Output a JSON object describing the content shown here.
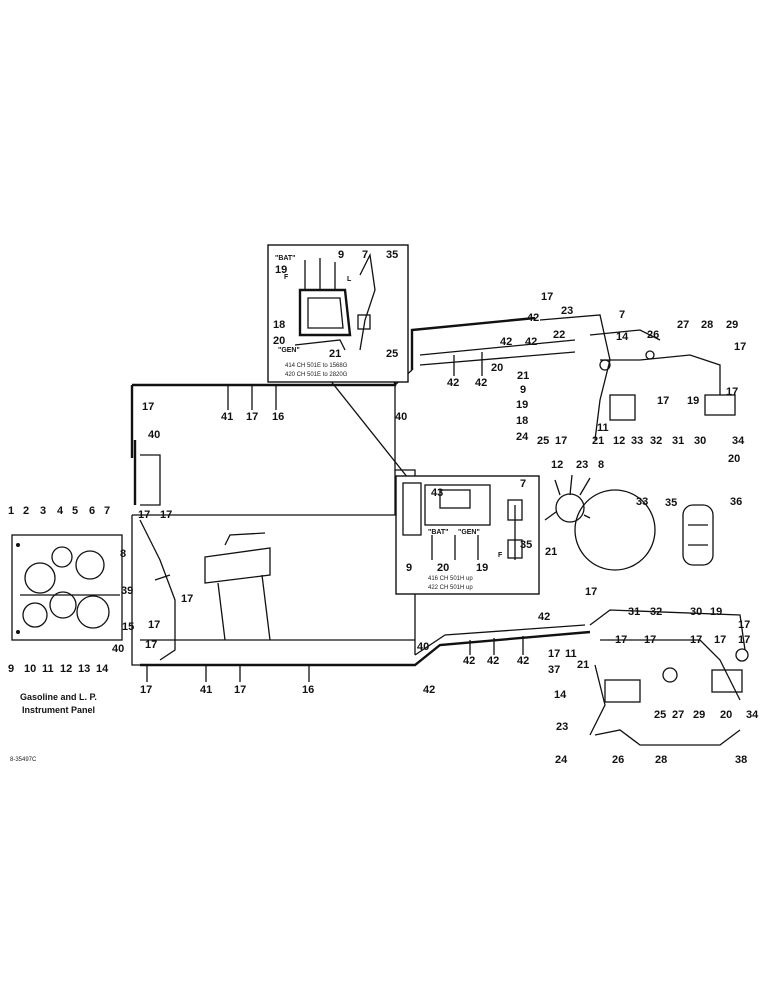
{
  "diagram": {
    "inset_top": {
      "bat_label": "\"BAT\"",
      "gen_label": "\"GEN\"",
      "f_label": "F",
      "l_label": "L",
      "applies_1": "414 CH 501E to 1568G",
      "applies_2": "420 CH 501E to 2820G"
    },
    "inset_mid": {
      "bat_label": "\"BAT\"",
      "gen_label": "\"GEN\"",
      "f_label": "F",
      "applies_1": "416 CH 501H up",
      "applies_2": "422 CH 501H up"
    },
    "panel_caption_1": "Gasoline and L. P.",
    "panel_caption_2": "Instrument Panel",
    "figure_code": "8-35497C",
    "callouts": [
      "1",
      "2",
      "3",
      "4",
      "5",
      "6",
      "7",
      "8",
      "9",
      "10",
      "11",
      "12",
      "13",
      "14",
      "15",
      "16",
      "17",
      "18",
      "19",
      "20",
      "21",
      "22",
      "23",
      "24",
      "25",
      "26",
      "27",
      "28",
      "29",
      "30",
      "31",
      "32",
      "33",
      "34",
      "35",
      "36",
      "37",
      "38",
      "39",
      "40",
      "41",
      "42",
      "43"
    ]
  }
}
